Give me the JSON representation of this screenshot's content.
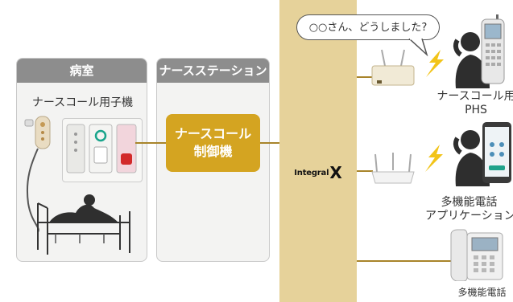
{
  "bubble_text": "○○さん、どうしました?",
  "room_panel": {
    "title": "病室",
    "device_label": "ナースコール用子機"
  },
  "station_panel": {
    "title": "ナースステーション"
  },
  "controller": {
    "line1": "ナースコール",
    "line2": "制御機"
  },
  "logo": {
    "text": "Integral",
    "mark": "X"
  },
  "endpoints": {
    "phs": {
      "line1": "ナースコール用",
      "line2": "PHS"
    },
    "smartphone": {
      "line1": "多機能電話",
      "line2": "アプリケーション"
    },
    "desk_phone": {
      "line1": "多機能電話"
    }
  },
  "colors": {
    "gold": "#d4a421",
    "band": "#e6d29a",
    "header_gray": "#8d8d8d"
  }
}
